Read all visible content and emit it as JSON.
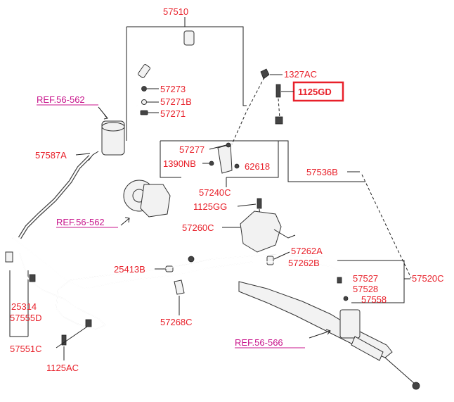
{
  "highlight_color": "#e8202a",
  "ref_color": "#c8168c",
  "labels": {
    "p57510": "57510",
    "p1327AC": "1327AC",
    "p1125GD": "1125GD",
    "ref_56_562_top": "REF.56-562",
    "p57273": "57273",
    "p57271B": "57271B",
    "p57271": "57271",
    "p57587A": "57587A",
    "p57277": "57277",
    "p1390NB": "1390NB",
    "p62618": "62618",
    "p57536B": "57536B",
    "p57240C": "57240C",
    "p1125GG": "1125GG",
    "ref_56_562_mid": "REF.56-562",
    "p57260C": "57260C",
    "p57262A": "57262A",
    "p57262B": "57262B",
    "p25413B": "25413B",
    "p57527": "57527",
    "p57520C": "57520C",
    "p57528": "57528",
    "p57558": "57558",
    "p25314": "25314",
    "p57555D": "57555D",
    "p57268C": "57268C",
    "ref_56_566": "REF.56-566",
    "p57551C": "57551C",
    "p1125AC": "1125AC"
  }
}
